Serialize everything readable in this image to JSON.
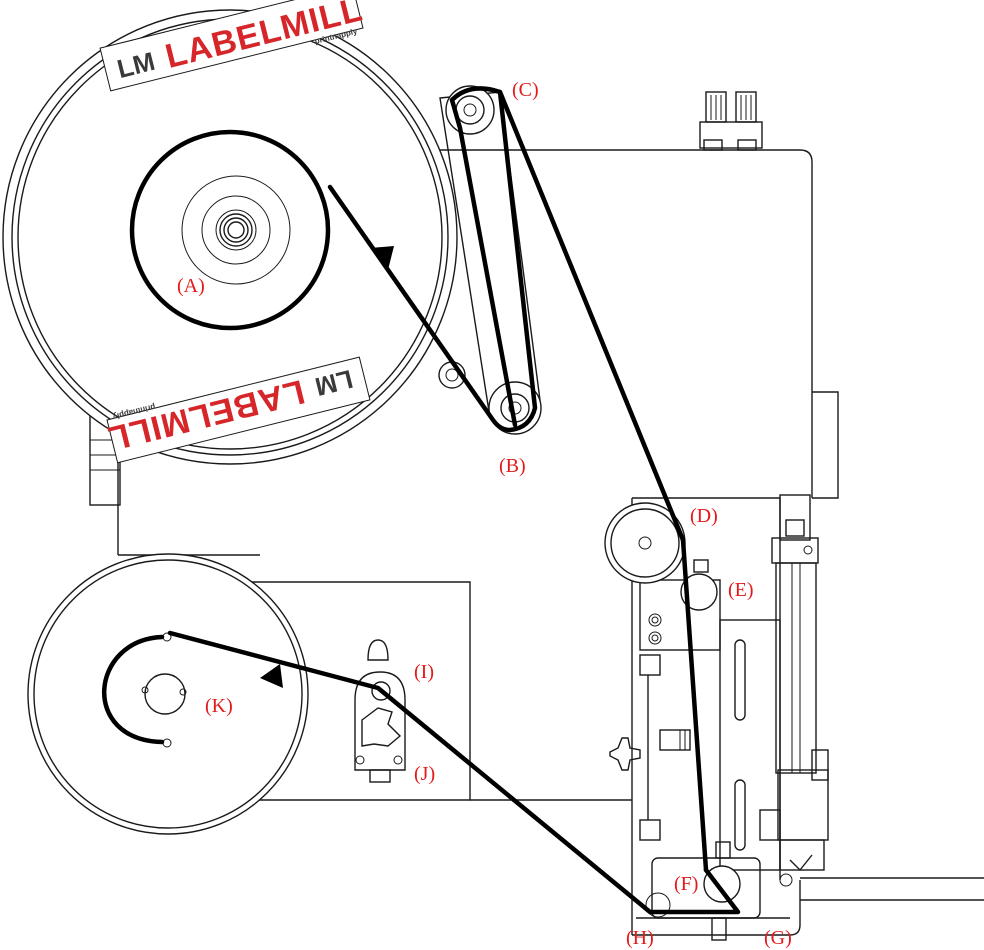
{
  "brand": {
    "name": "LABELMILL",
    "mark": "LM",
    "tagline": "printnapply"
  },
  "colors": {
    "label": "#e31b1b",
    "logo_red": "#d6262a",
    "logo_dark": "#3a3a3a",
    "line": "#1a1a1a"
  },
  "labels": {
    "A": "(A)",
    "B": "(B)",
    "C": "(C)",
    "D": "(D)",
    "E": "(E)",
    "F": "(F)",
    "G": "(G)",
    "H": "(H)",
    "I": "(I)",
    "J": "(J)",
    "K": "(K)"
  }
}
